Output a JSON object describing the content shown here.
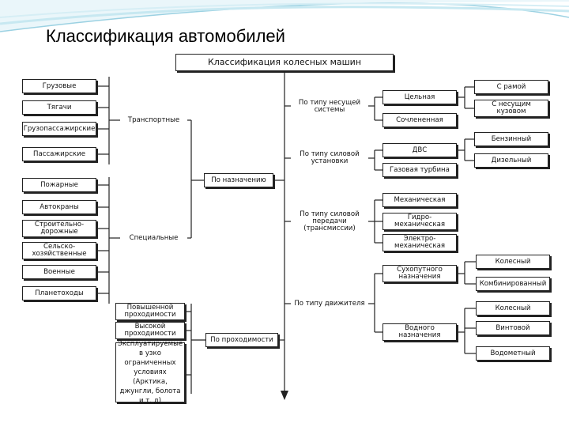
{
  "slide_title": "Классификация автомобилей",
  "diagram": {
    "root": "Классификация колесных машин",
    "left": {
      "by_purpose": "По назначению",
      "transport": "Транспортные",
      "transport_items": [
        "Грузовые",
        "Тягачи",
        "Грузопассажирские",
        "Пассажирские"
      ],
      "special": "Специальные",
      "special_items": [
        "Пожарные",
        "Автокраны",
        "Строительно-дорожные",
        "Сельско-хозяйственные",
        "Военные",
        "Планетоходы"
      ],
      "by_passability": "По проходимости",
      "passability_items": [
        "Повышенной проходимости",
        "Высокой проходимости",
        "Эксплуатируемые в узко ограниченных условиях (Арктика, джунгли, болота и т. д)"
      ]
    },
    "right": {
      "by_body": "По типу несущей системы",
      "body_items": [
        "Цельная",
        "Сочлененная"
      ],
      "body_sub": [
        "С рамой",
        "С несущим кузовом"
      ],
      "by_engine": "По типу силовой установки",
      "engine_items": [
        "ДВС",
        "Газовая турбина"
      ],
      "engine_sub": [
        "Бензинный",
        "Дизельный"
      ],
      "by_transmission": "По типу силовой передачи (трансмиссии)",
      "transmission_items": [
        "Механическая",
        "Гидро-механическая",
        "Электро-механическая"
      ],
      "by_motion": "По типу движителя",
      "motion_land": "Сухопутного назначения",
      "motion_land_items": [
        "Колесный",
        "Комбинированный"
      ],
      "motion_water": "Водного назначения",
      "motion_water_items": [
        "Колесный",
        "Винтовой",
        "Водометный"
      ]
    }
  }
}
